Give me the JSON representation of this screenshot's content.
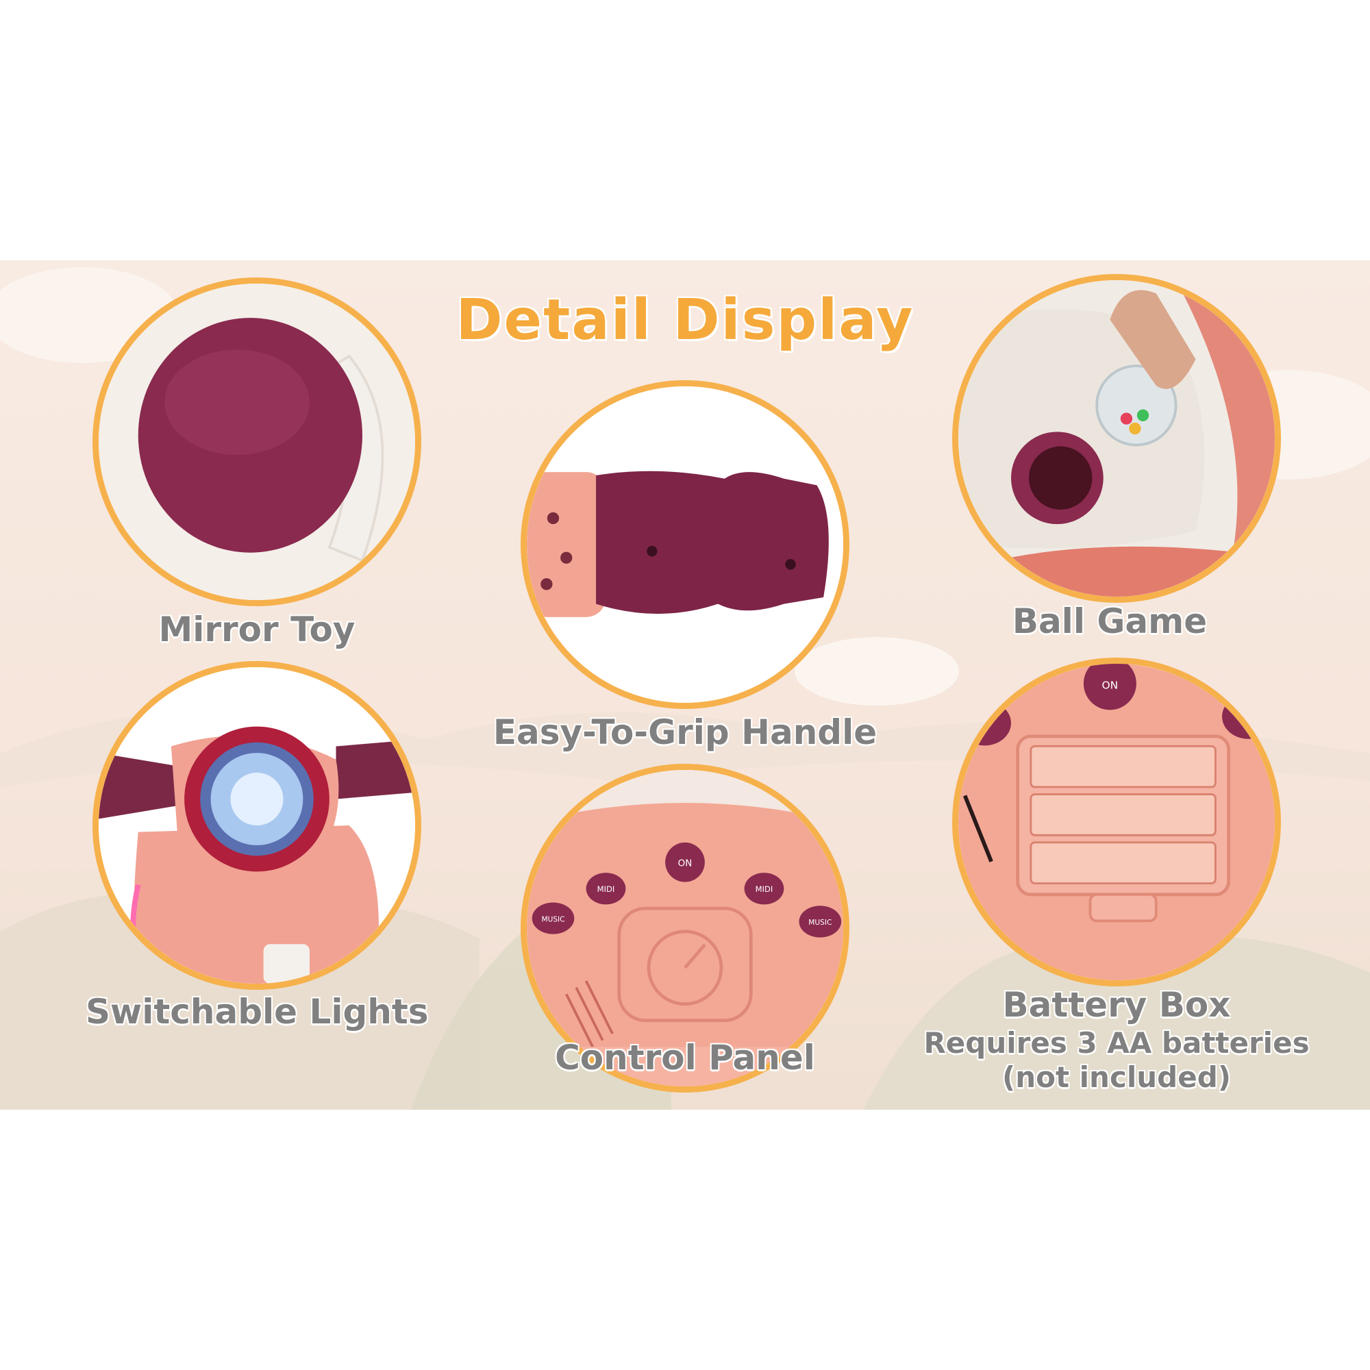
{
  "title": "Detail Display",
  "features": {
    "mirror_toy": "Mirror Toy",
    "handle": "Easy-To-Grip Handle",
    "ball_game": "Ball Game",
    "lights": "Switchable Lights",
    "control_panel": "Control Panel",
    "battery_box": "Battery Box",
    "battery_note_line1": "Requires 3 AA batteries",
    "battery_note_line2": "(not included)"
  },
  "buttons": {
    "on": "ON",
    "midi": "MIDI",
    "music": "MUSIC"
  },
  "colors": {
    "title": "#f6a93b",
    "ring": "#f6b14d",
    "plum": "#8a2a4e",
    "salmon": "#f2a08f",
    "label": "#808080"
  }
}
